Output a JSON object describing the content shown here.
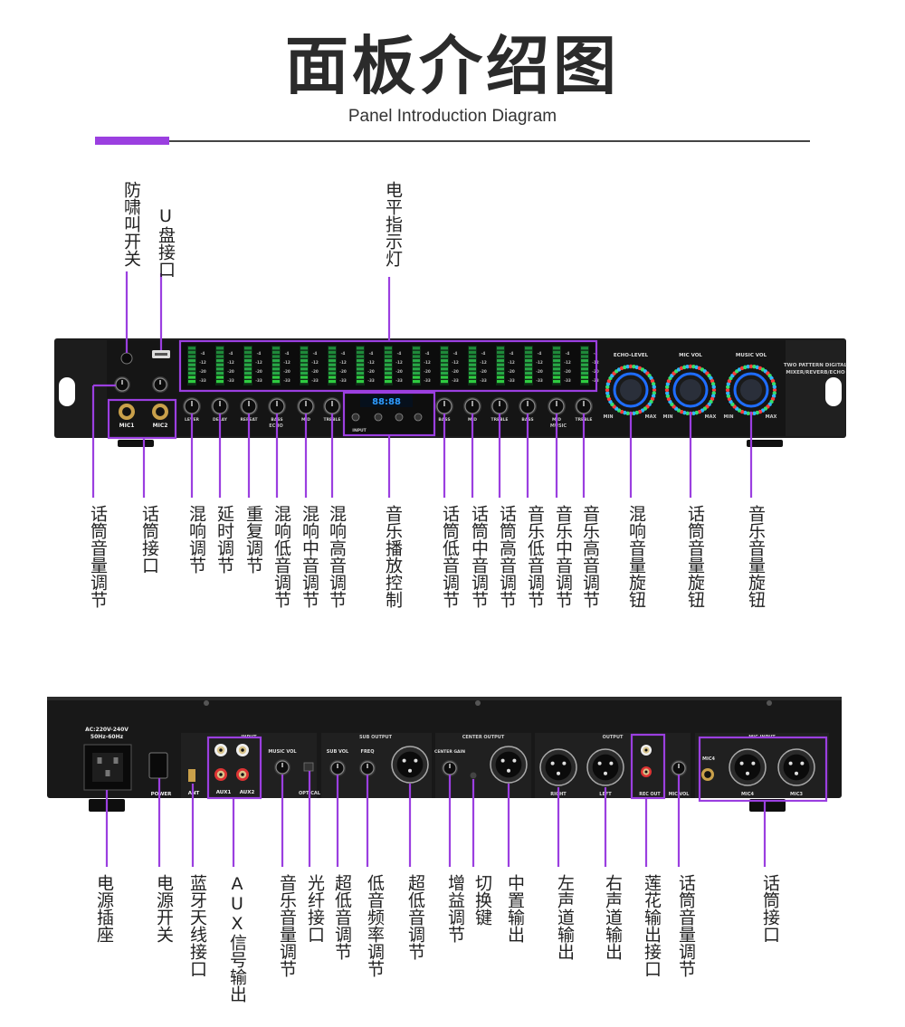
{
  "header": {
    "title": "面板介绍图",
    "subtitle": "Panel Introduction Diagram"
  },
  "colors": {
    "accent": "#9b3fe0",
    "panel": "#1b1b1b",
    "text": "#222222"
  },
  "front_panel": {
    "top_labels": [
      {
        "text": "防啸叫开关"
      },
      {
        "text": "U盘接口"
      },
      {
        "text": "电平指示灯"
      }
    ],
    "bottom_labels": [
      {
        "text": "话筒音量调节"
      },
      {
        "text": "话筒接口"
      },
      {
        "text": "混响调节"
      },
      {
        "text": "延时调节"
      },
      {
        "text": "重复调节"
      },
      {
        "text": "混响低音调节"
      },
      {
        "text": "混响中音调节"
      },
      {
        "text": "混响高音调节"
      },
      {
        "text": "音乐播放控制"
      },
      {
        "text": "话筒低音调节"
      },
      {
        "text": "话筒中音调节"
      },
      {
        "text": "话筒高音调节"
      },
      {
        "text": "音乐低音调节"
      },
      {
        "text": "音乐中音调节"
      },
      {
        "text": "音乐高音调节"
      },
      {
        "text": "混响音量旋钮"
      },
      {
        "text": "话筒音量旋钮"
      },
      {
        "text": "音乐音量旋钮"
      }
    ],
    "device_text": {
      "mic1": "MIC1",
      "mic2": "MIC2",
      "echo_level": "ECHO-LEVEL",
      "mic_vol": "MIC VOL",
      "music_vol": "MUSIC VOL",
      "min": "MIN",
      "max": "MAX",
      "brand_line1": "TWO PATTERN DIGITAL",
      "brand_line2": "MIXER/REVERB/ECHO",
      "display": "88:88",
      "echo": "ECHO",
      "music": "MUSIC",
      "input": "INPUT",
      "level_ticks": [
        "-4",
        "-12",
        "-20",
        "-33"
      ],
      "knob_labels": [
        "LEVER",
        "DELAY",
        "REPEAT",
        "BASS",
        "MID",
        "TREBLE",
        "BASS",
        "MID",
        "TREBLE",
        "BASS",
        "MID",
        "TREBLE"
      ]
    }
  },
  "rear_panel": {
    "labels": [
      {
        "text": "电源插座"
      },
      {
        "text": "电源开关"
      },
      {
        "text": "蓝牙天线接口"
      },
      {
        "text": "AUX信号输出"
      },
      {
        "text": "音乐音量调节"
      },
      {
        "text": "光纤接口"
      },
      {
        "text": "超低音调节"
      },
      {
        "text": "低音频率调节"
      },
      {
        "text": "超低音调节"
      },
      {
        "text": "增益调节"
      },
      {
        "text": "切换键"
      },
      {
        "text": "中置输出"
      },
      {
        "text": "左声道输出"
      },
      {
        "text": "右声道输出"
      },
      {
        "text": "莲花输出接口"
      },
      {
        "text": "话筒音量调节"
      },
      {
        "text": "话筒接口"
      }
    ],
    "device_text": {
      "ac": "AC:220V-240V",
      "hz": "50Hz-60Hz",
      "power": "POWER",
      "ant": "ANT",
      "input": "INPUT",
      "sub_output": "SUB OUTPUT",
      "center_output": "CENTER OUTPUT",
      "output": "OUTPUT",
      "mic_input": "MIC INPUT",
      "aux1": "AUX1",
      "aux2": "AUX2",
      "music_vol": "MUSIC VOL",
      "optical": "OPTICAL",
      "sub_vol": "SUB VOL",
      "freq": "FREQ",
      "center_gain": "CENTER GAIN",
      "right": "RIGHT",
      "left": "LEFT",
      "rec_out": "REC OUT",
      "mic_vol": "MIC VOL",
      "mic4": "MIC4",
      "mic3": "MIC3"
    }
  }
}
